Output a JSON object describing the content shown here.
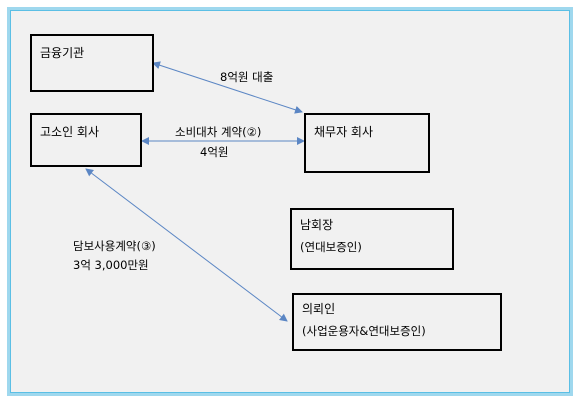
{
  "nodes": {
    "financial": {
      "title": "금융기관"
    },
    "gosoin": {
      "title": "고소인 회사"
    },
    "debtor": {
      "title": "채무자 회사"
    },
    "chairman": {
      "title": "남회장",
      "sub": "(연대보증인)"
    },
    "client": {
      "title": "의뢰인",
      "sub": "(사업운용자&연대보증인)"
    }
  },
  "edges": {
    "loan": {
      "label": "8억원 대출"
    },
    "consumer_loan": {
      "label": "소비대차 계약(②)",
      "amount": "4억원"
    },
    "collateral": {
      "label": "담보사용계약(③)",
      "amount": "3억 3,000만원"
    }
  },
  "colors": {
    "frame": "#9fd8ee",
    "arrow": "#5b86c4",
    "background": "#f1f1f1"
  }
}
